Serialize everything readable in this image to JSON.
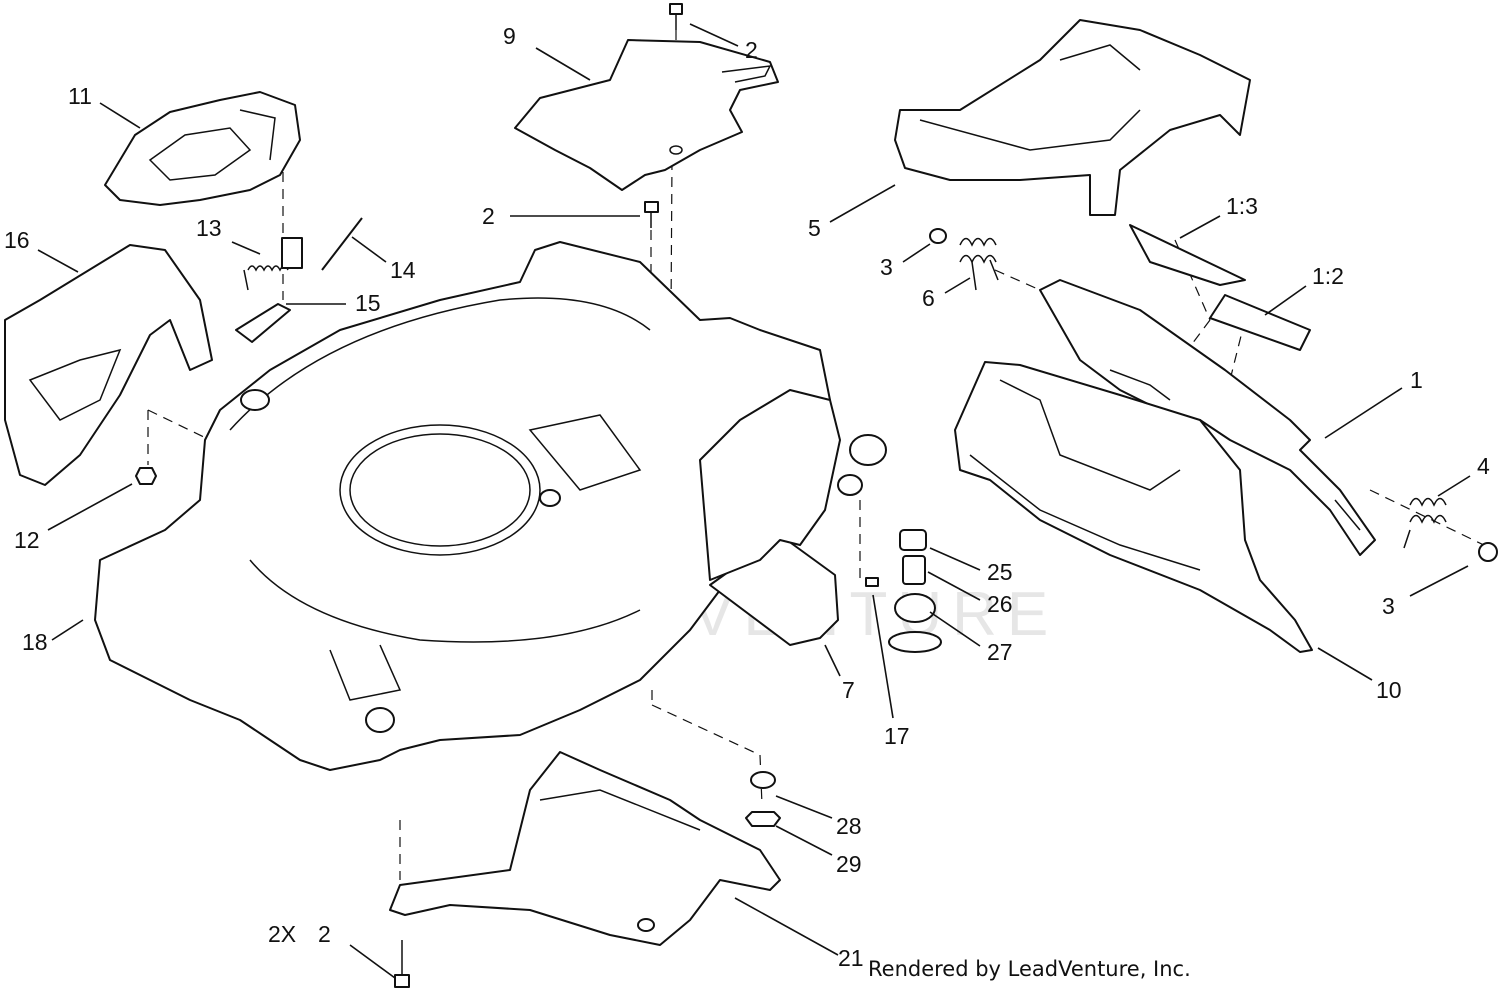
{
  "diagram": {
    "watermark": "LEADVENTURE",
    "footer_credit": "Rendered by LeadVenture, Inc.",
    "callouts": [
      {
        "id": "c-9",
        "text": "9"
      },
      {
        "id": "c-2-top",
        "text": "2"
      },
      {
        "id": "c-11",
        "text": "11"
      },
      {
        "id": "c-2-mid",
        "text": "2"
      },
      {
        "id": "c-5",
        "text": "5"
      },
      {
        "id": "c-1-3",
        "text": "1:3"
      },
      {
        "id": "c-1-2",
        "text": "1:2"
      },
      {
        "id": "c-16",
        "text": "16"
      },
      {
        "id": "c-13",
        "text": "13"
      },
      {
        "id": "c-14",
        "text": "14"
      },
      {
        "id": "c-15",
        "text": "15"
      },
      {
        "id": "c-3-top",
        "text": "3"
      },
      {
        "id": "c-6",
        "text": "6"
      },
      {
        "id": "c-1",
        "text": "1"
      },
      {
        "id": "c-4",
        "text": "4"
      },
      {
        "id": "c-3-bottom",
        "text": "3"
      },
      {
        "id": "c-12",
        "text": "12"
      },
      {
        "id": "c-18",
        "text": "18"
      },
      {
        "id": "c-25",
        "text": "25"
      },
      {
        "id": "c-26",
        "text": "26"
      },
      {
        "id": "c-27",
        "text": "27"
      },
      {
        "id": "c-7",
        "text": "7"
      },
      {
        "id": "c-17",
        "text": "17"
      },
      {
        "id": "c-10",
        "text": "10"
      },
      {
        "id": "c-28",
        "text": "28"
      },
      {
        "id": "c-29",
        "text": "29"
      },
      {
        "id": "c-2x",
        "text": "2X"
      },
      {
        "id": "c-2-bottom",
        "text": "2"
      },
      {
        "id": "c-21",
        "text": "21"
      }
    ]
  }
}
